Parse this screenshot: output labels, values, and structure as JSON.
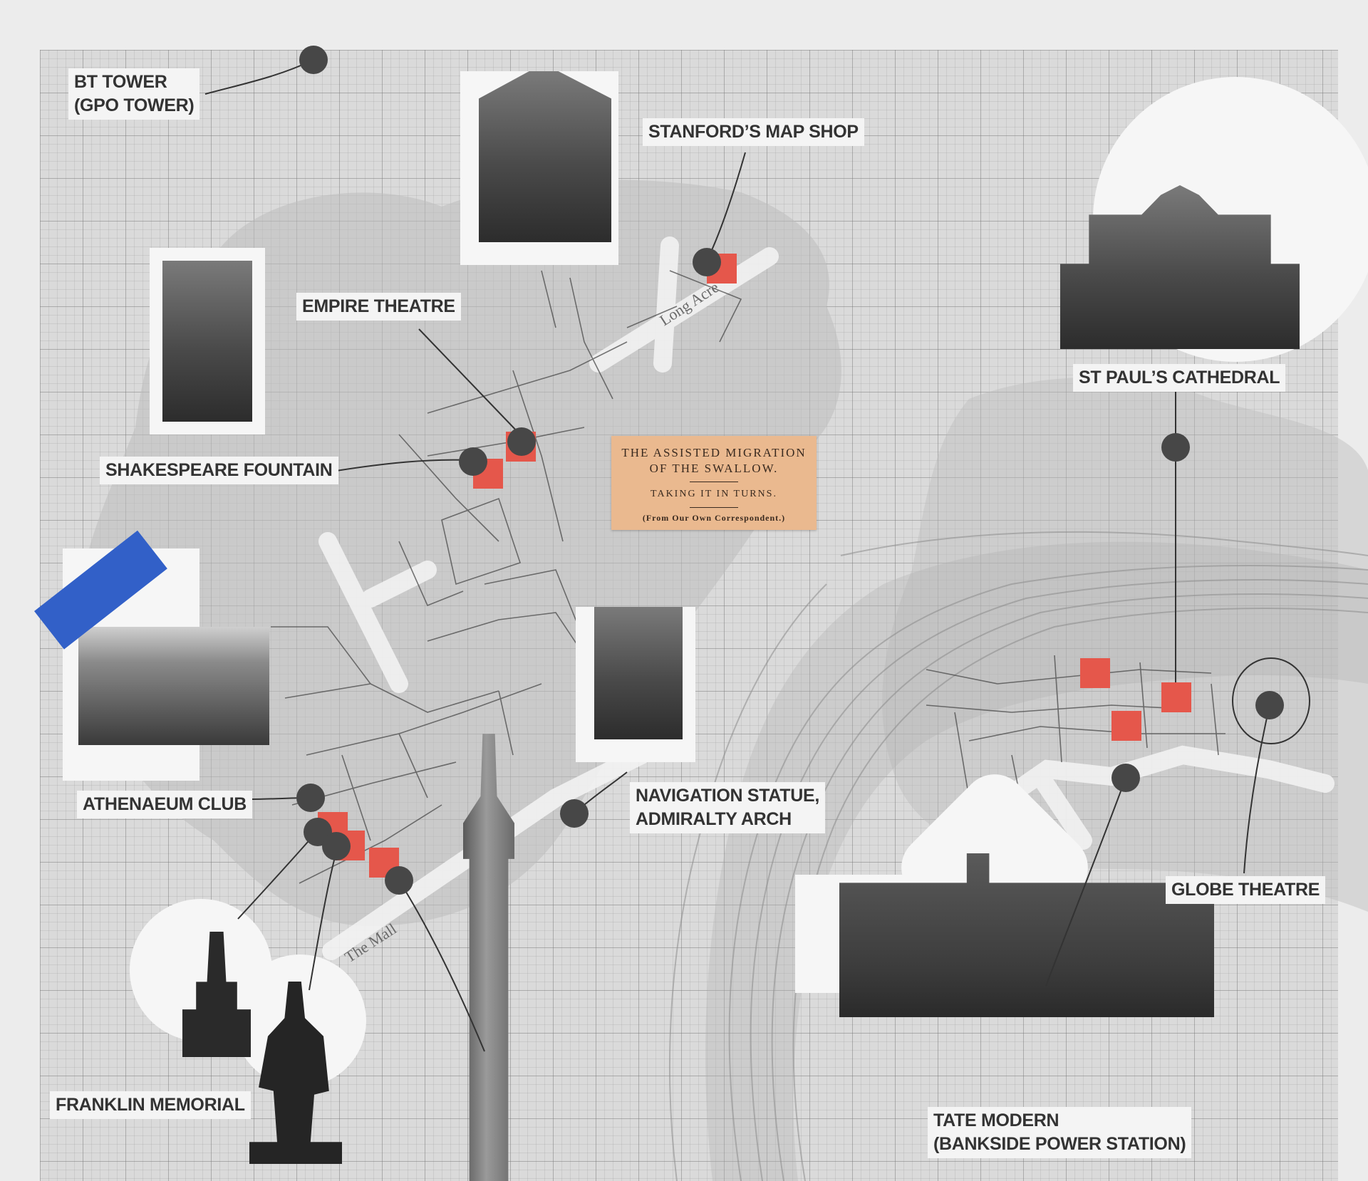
{
  "map": {
    "street_names": {
      "long_acre": "Long Acre",
      "the_mall": "The Mall"
    },
    "labels": {
      "bt_tower": [
        "BT TOWER",
        "(GPO TOWER)"
      ],
      "stanfords": [
        "STANFORD’S MAP SHOP"
      ],
      "empire_theatre": [
        "EMPIRE THEATRE"
      ],
      "shakespeare_fountain": [
        "SHAKESPEARE FOUNTAIN"
      ],
      "st_pauls": [
        "ST PAUL’S CATHEDRAL"
      ],
      "athenaeum_club": [
        "ATHENAEUM CLUB"
      ],
      "navigation_statue": [
        "NAVIGATION STATUE,",
        "ADMIRALTY ARCH"
      ],
      "globe_theatre": [
        "GLOBE THEATRE"
      ],
      "franklin_memorial": [
        "FRANKLIN MEMORIAL"
      ],
      "tate_modern": [
        "TATE MODERN",
        "(BANKSIDE POWER STATION)"
      ]
    },
    "clipping": {
      "line1": "THE ASSISTED MIGRATION",
      "line2": "OF THE SWALLOW.",
      "line3": "TAKING IT IN TURNS.",
      "line4": "(From Our Own Correspondent.)"
    },
    "colors": {
      "marker": "#474747",
      "square": "#e5574b",
      "tape": "#3260c8",
      "label_bg": "#f4f4f4",
      "clipping_bg": "#eab98f"
    },
    "icons": {
      "marker": "location-pin-icon",
      "square": "site-square-icon"
    }
  }
}
